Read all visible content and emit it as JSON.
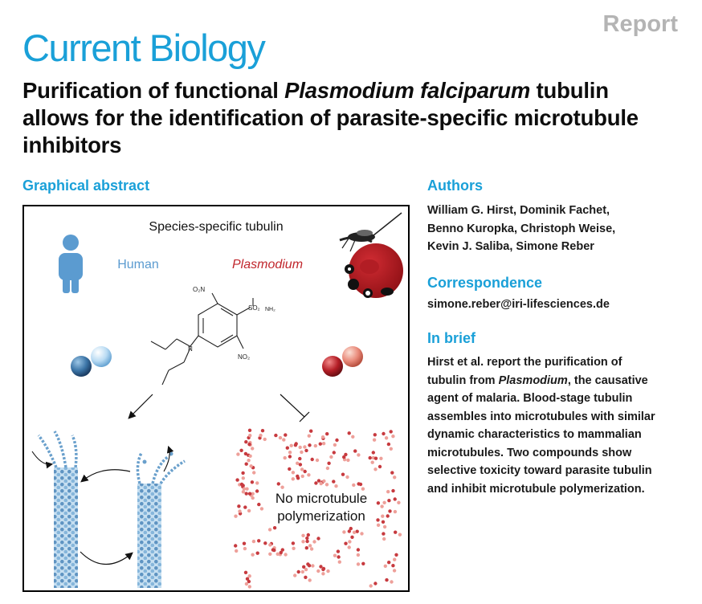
{
  "header": {
    "label": "Report",
    "journal": "Current Biology"
  },
  "title": {
    "pre": "Purification of functional ",
    "italic": "Plasmodium falciparum",
    "post": " tubulin allows for the identification of parasite-specific microtubule inhibitors"
  },
  "graphical_abstract": {
    "heading": "Graphical abstract",
    "top_label": "Species-specific tubulin",
    "human_label": "Human",
    "plasmodium_label": "Plasmodium",
    "chem_labels": {
      "no2_top": "O₂N",
      "no2_bottom": "NO₂",
      "so2": "SO₂",
      "nh2": "NH₂",
      "n": "N"
    },
    "no_mt_line1": "No microtubule",
    "no_mt_line2": "polymerization"
  },
  "authors": {
    "heading": "Authors",
    "lines": [
      "William G. Hirst, Dominik Fachet,",
      "Benno Kuropka, Christoph Weise,",
      "Kevin J. Saliba, Simone Reber"
    ]
  },
  "correspondence": {
    "heading": "Correspondence",
    "email": "simone.reber@iri-lifesciences.de"
  },
  "in_brief": {
    "heading": "In brief",
    "line1_pre": "Hirst et al. report the purification of",
    "line2_pre": "tubulin from ",
    "line2_italic": "Plasmodium",
    "line2_post": ", the causative",
    "lines": [
      "agent of malaria. Blood-stage tubulin",
      "assembles into microtubules with similar",
      "dynamic characteristics to mammalian",
      "microtubules. Two compounds show",
      "selective toxicity toward parasite tubulin",
      "and inhibit microtubule polymerization."
    ]
  },
  "colors": {
    "accent": "#1aa0d8",
    "report_gray": "#b4b4b4",
    "human_blue": "#5b9bd0",
    "plasmodium_red": "#c0262c"
  }
}
